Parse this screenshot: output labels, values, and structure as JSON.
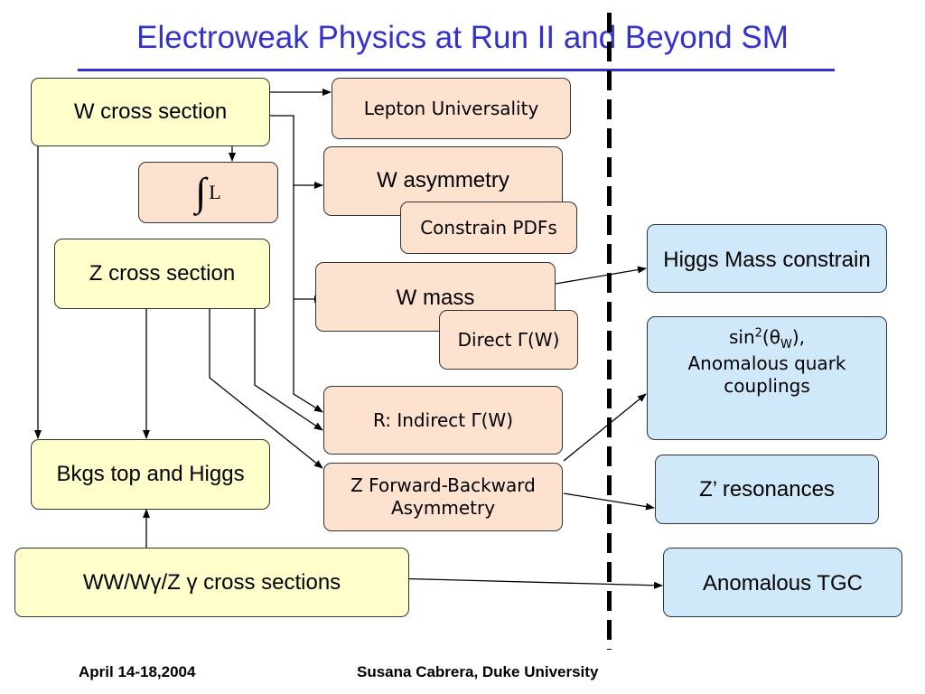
{
  "title": "Electroweak Physics at Run II and Beyond SM",
  "boxes": {
    "w_cross_section": "W cross section",
    "integral_l": {
      "symbol": "∫",
      "letter": "L"
    },
    "z_cross_section": "Z cross section",
    "bkgs_top_higgs": "Bkgs top and Higgs",
    "ww_cross_sections": "WW/Wγ/Z γ cross sections",
    "lepton_universality": "Lepton Universality",
    "w_asymmetry": "W asymmetry",
    "constrain_pdfs": "Constrain PDFs",
    "w_mass": "W mass",
    "direct_gamma_w": "Direct Γ(W)",
    "r_indirect": "R: Indirect Γ(W)",
    "z_fb_asymmetry": {
      "line1": "Z Forward-Backward",
      "line2": "Asymmetry"
    },
    "higgs_mass": "Higgs Mass constrain",
    "sin2_theta": {
      "prefix": "sin",
      "sup": "2",
      "mid": "(θ",
      "sub": "W",
      "suffix": "),",
      "line2": "Anomalous quark",
      "line3": "couplings"
    },
    "z_prime": "Z’ resonances",
    "anomalous_tgc": "Anomalous TGC"
  },
  "footer": {
    "date": "April 14-18,2004",
    "author": "Susana Cabrera, Duke University"
  },
  "colors": {
    "title": "#3333cc",
    "standard_model_boxes": "#ffffcc",
    "measurement_boxes": "#fde3cf",
    "beyond_sm_boxes": "#cfe9fb"
  }
}
